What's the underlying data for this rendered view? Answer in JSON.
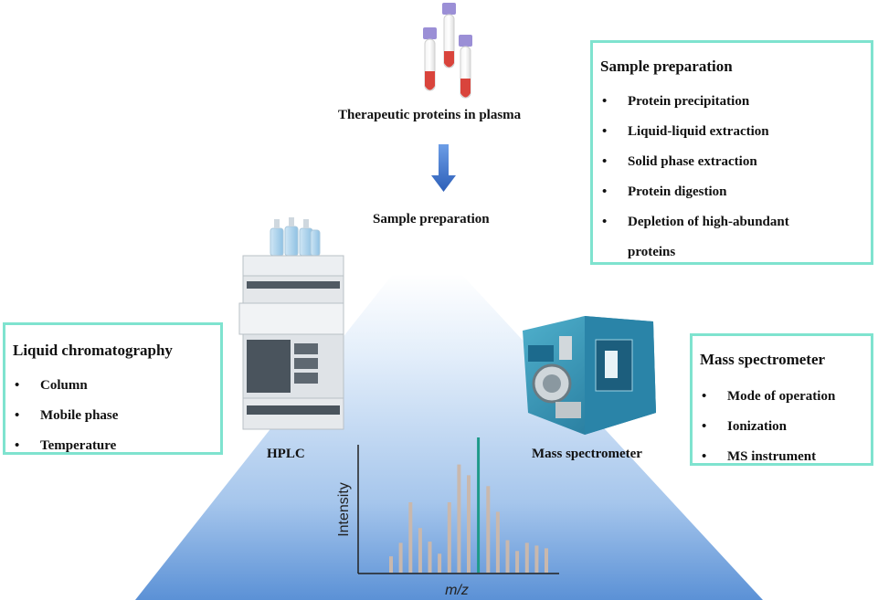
{
  "source": {
    "label": "Therapeutic proteins in plasma",
    "colors": {
      "tube_cap": "#9b8fd6",
      "tube_liquid": "#d9443c",
      "arrow": "#3f73c9"
    }
  },
  "flow": {
    "step_label": "Sample preparation"
  },
  "sample_preparation_box": {
    "title": "Sample preparation",
    "items": [
      "Protein precipitation",
      "Liquid-liquid extraction",
      "Solid phase extraction",
      "Protein digestion",
      "Depletion of high-abundant",
      "proteins"
    ]
  },
  "liquid_chromatography_box": {
    "title": "Liquid chromatography",
    "items": [
      "Column",
      "Mobile phase",
      "Temperature"
    ]
  },
  "mass_spectrometer_box": {
    "title": "Mass spectrometer",
    "items": [
      "Mode of operation",
      "Ionization",
      "MS instrument"
    ]
  },
  "instruments": {
    "hplc_label": "HPLC",
    "ms_label": "Mass spectrometer"
  },
  "spectrum": {
    "ylabel": "Intensity",
    "xlabel": "m/z",
    "peaks": [
      0.12,
      0.22,
      0.52,
      0.33,
      0.23,
      0.14,
      0.52,
      0.8,
      0.72,
      1.0,
      0.64,
      0.45,
      0.24,
      0.16,
      0.22,
      0.2,
      0.18
    ],
    "highlight_index": 9,
    "colors": {
      "peak": "#c9b8ad",
      "highlight": "#1f9a8a",
      "box_border": "#7fe3cf"
    }
  }
}
